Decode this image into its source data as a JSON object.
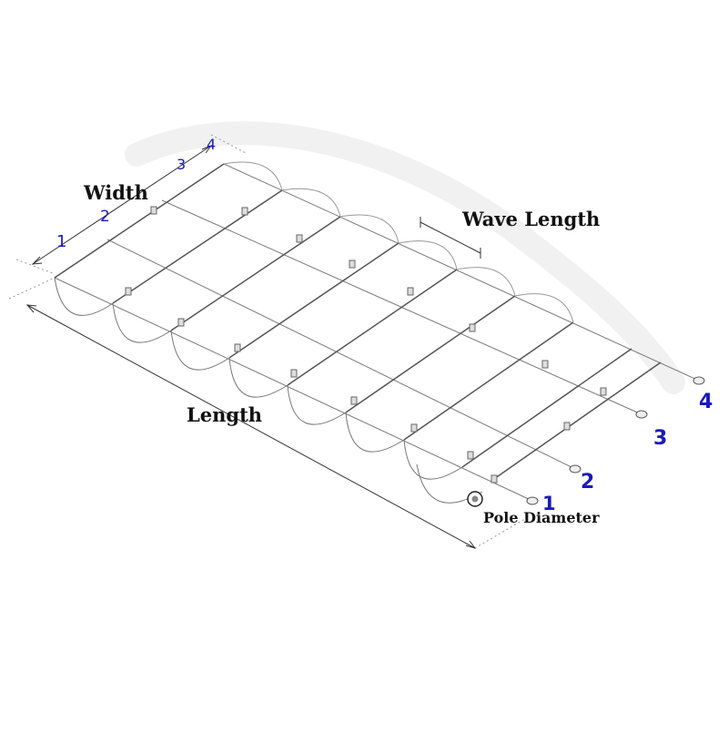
{
  "labels": {
    "width": "Width",
    "wave_length": "Wave Length",
    "length": "Length",
    "pole_diameter": "Pole Diameter"
  },
  "left_cable_numbers": [
    "1",
    "2",
    "3",
    "4"
  ],
  "right_cable_numbers": [
    "1",
    "2",
    "3",
    "4"
  ],
  "colors": {
    "structure": "#7a7a7a",
    "label": "#111111",
    "cable_number": "#1a1ab8"
  }
}
